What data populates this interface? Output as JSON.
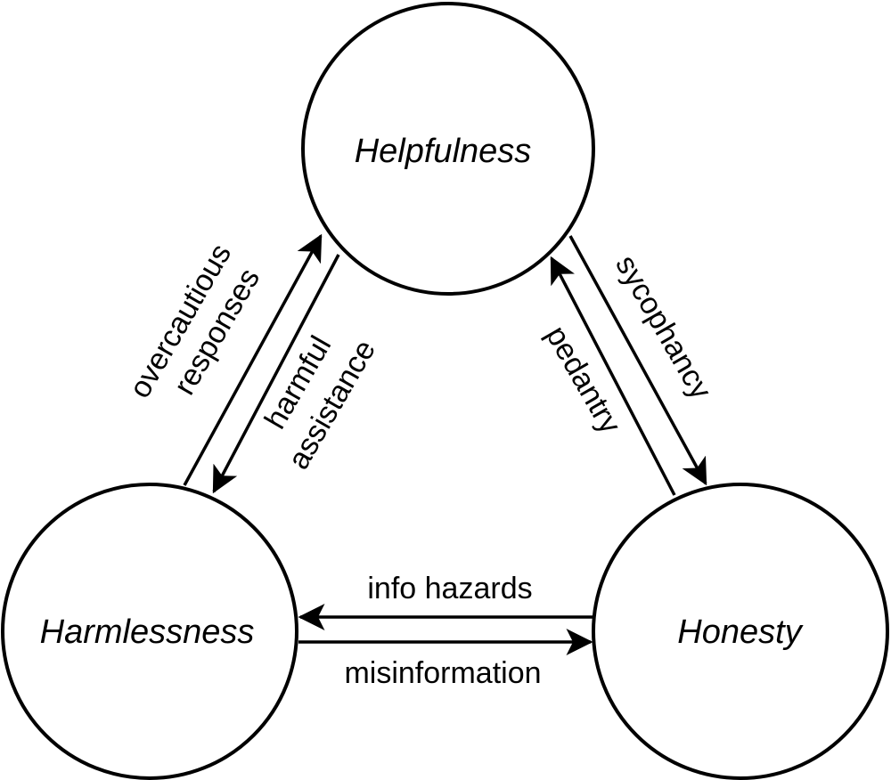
{
  "diagram": {
    "title": "",
    "nodes": [
      {
        "id": "helpfulness",
        "label": "Helpfulness"
      },
      {
        "id": "harmlessness",
        "label": "Harmlessness"
      },
      {
        "id": "honesty",
        "label": "Honesty"
      }
    ],
    "edges": [
      {
        "id": "overcautious",
        "from": "harmlessness",
        "to": "helpfulness",
        "label_lines": [
          "overcautious",
          "responses"
        ]
      },
      {
        "id": "harmful",
        "from": "helpfulness",
        "to": "harmlessness",
        "label_lines": [
          "harmful",
          "assistance"
        ]
      },
      {
        "id": "sycophancy",
        "from": "helpfulness",
        "to": "honesty",
        "label_lines": [
          "sycophancy"
        ]
      },
      {
        "id": "pedantry",
        "from": "honesty",
        "to": "helpfulness",
        "label_lines": [
          "pedantry"
        ]
      },
      {
        "id": "info-hazards",
        "from": "honesty",
        "to": "harmlessness",
        "label_lines": [
          "info hazards"
        ]
      },
      {
        "id": "misinformation",
        "from": "harmlessness",
        "to": "honesty",
        "label_lines": [
          "misinformation"
        ]
      }
    ],
    "colors": {
      "stroke": "#000000",
      "background": "#ffffff",
      "text": "#000000"
    }
  }
}
